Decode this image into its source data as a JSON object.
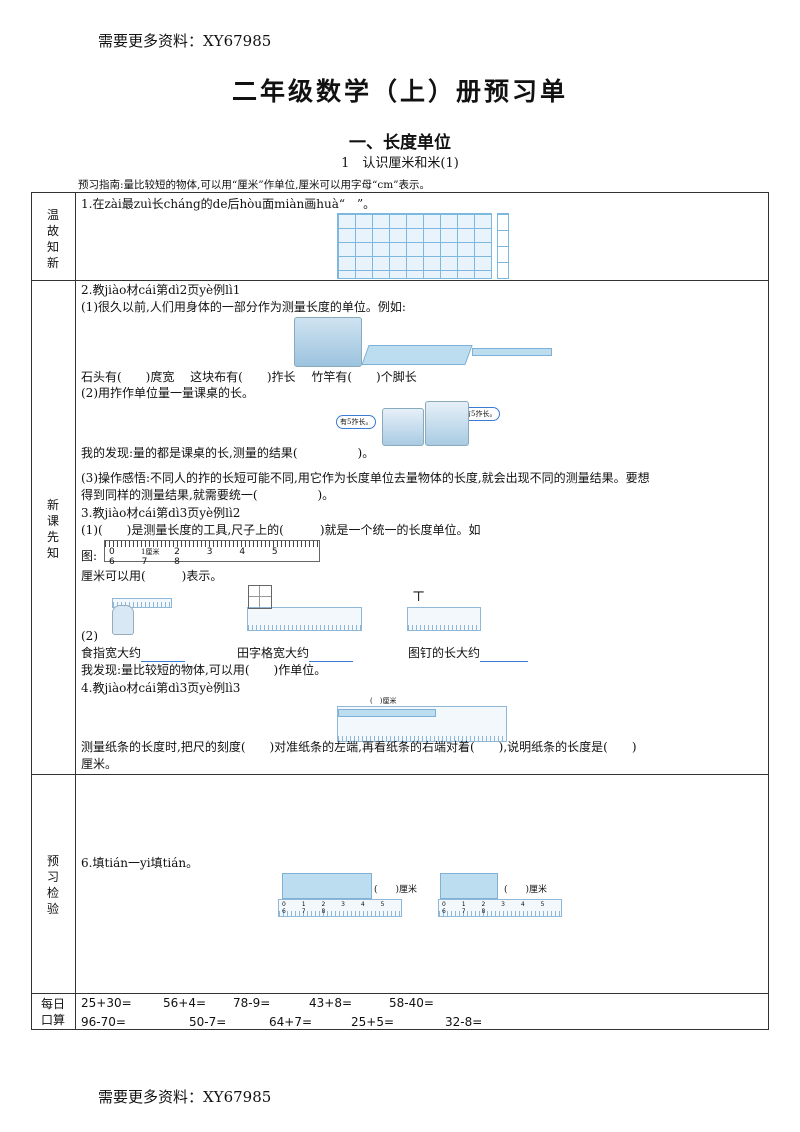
{
  "header_note": "需要更多资料：XY67985",
  "footer_note": "需要更多资料：XY67985",
  "title": "二年级数学（上）册预习单",
  "section_title": "一、长度单位",
  "lesson_title": "1　认识厘米和米(1)",
  "guide": "预习指南:量比较短的物体,可以用“厘米”作单位,厘米可以用字母“cm”表示。",
  "rows": {
    "review": "温故知新",
    "new": "新课先知",
    "check": "预习检验",
    "daily": "每日口算"
  },
  "q1": "1.在zài最zuì长cháng的de后hòu面miàn画huà“　”。",
  "q2": {
    "title": "2.教jiào材cái第dì2页yè例lì1",
    "p1": "(1)很久以前,人们用身体的一部分作为测量长度的单位。例如:",
    "blanks": "石头有(　　)庹宽　 这块布有(　　)拃长　 竹竿有(　　)个脚长",
    "p2": "(2)用拃作单位量一量课桌的长。",
    "bubble1": "有5拃长。",
    "bubble2": "有5拃长。",
    "finding": "我的发现:量的都是课桌的长,测量的结果(　　　　　)。",
    "p3a": "(3)操作感悟:不同人的拃的长短可能不同,用它作为长度单位去量物体的长度,就会出现不同的测量结果。要想",
    "p3b": "得到同样的测量结果,就需要统一(　　　　　)。"
  },
  "q3": {
    "title": "3.教jiào材cái第dì3页yè例lì2",
    "p1": "(1)(　　)是测量长度的工具,尺子上的(　　　)就是一个统一的长度单位。如",
    "fig_label": "图:",
    "ruler_digits": "0 1 2 3 4 5 6 7 8",
    "ruler_mark": "1厘米",
    "p1b": "厘米可以用(　　　)表示。",
    "p2_label": "(2)",
    "finger": "食指宽大约",
    "grid": "田字格宽大约",
    "pin": "图钉的长大约",
    "finding": "我发现:量比较短的物体,可以用(　　)作单位。"
  },
  "q4": {
    "title": "4.教jiào材cái第dì3页yè例lì3",
    "ruler_top": "(　)厘米",
    "text_a": "测量纸条的长度时,把尺的刻度(　　)对准纸条的左端,再看纸条的右端对着(　　),说明纸条的长度是(　　)",
    "text_b": "厘米。"
  },
  "q6": {
    "title": "6.填tián一yi填tián。",
    "unit1": "(　　)厘米",
    "unit2": "(　　)厘米",
    "digits": "0 1 2 3 4 5 6 7 8"
  },
  "daily": {
    "line1": [
      "25+30=",
      "56+4=",
      "78-9=",
      "43+8=",
      "58-40="
    ],
    "line2": [
      "96-70=",
      "50-7=",
      "64+7=",
      "25+5=",
      "32-8="
    ]
  },
  "colors": {
    "accent": "#3a7bd5",
    "grid": "#7db8de",
    "border": "#333333"
  }
}
